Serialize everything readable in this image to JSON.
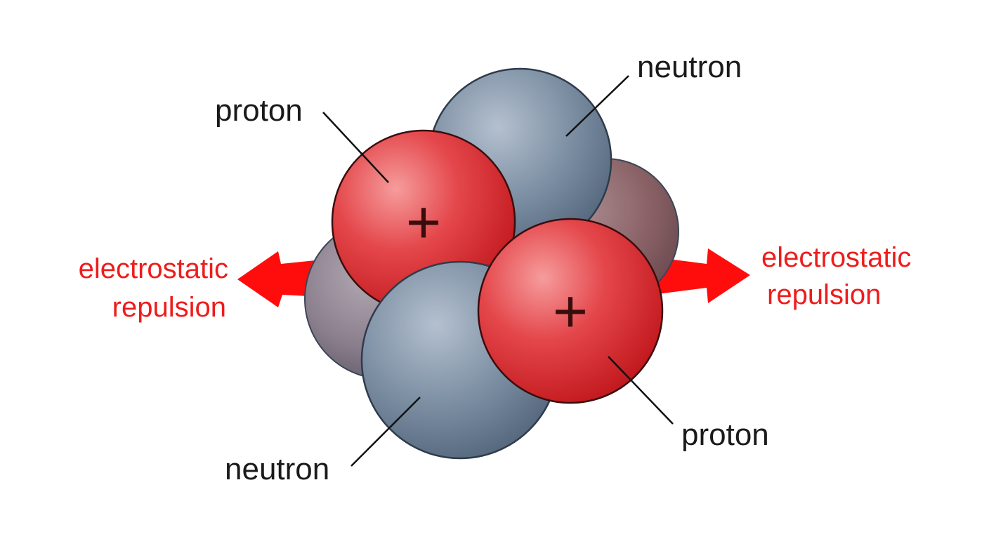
{
  "labels": {
    "proton_top": "proton",
    "proton_bottom": "proton",
    "neutron_top": "neutron",
    "neutron_bottom": "neutron",
    "repulsion_left_line1": "electrostatic",
    "repulsion_left_line2": "repulsion",
    "repulsion_right_line1": "electrostatic",
    "repulsion_right_line2": "repulsion"
  },
  "charge_symbol": "+",
  "colors": {
    "proton": "#d9262a",
    "neutron": "#6f8296",
    "arrow": "#ff0d0d",
    "label_red": "#ee1c1c",
    "label_dark": "#1a1a1a"
  }
}
